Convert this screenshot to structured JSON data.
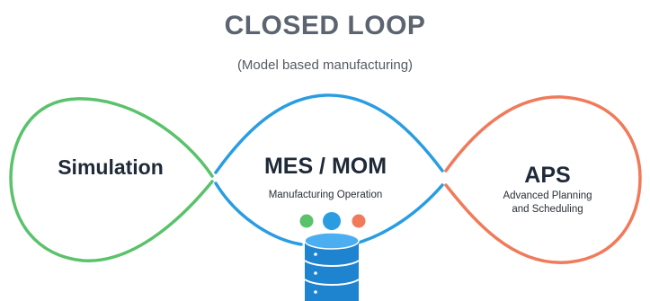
{
  "title": "CLOSED LOOP",
  "subtitle": "(Model based manufacturing)",
  "nodes": {
    "simulation": {
      "label": "Simulation",
      "color": "#5ac26b"
    },
    "mes": {
      "label": "MES / MOM",
      "sub": "Manufacturing Operation",
      "color": "#2a9de2"
    },
    "aps": {
      "label": "APS",
      "sub_line1": "Advanced Planning",
      "sub_line2": "and Scheduling",
      "color": "#f07a5a"
    }
  },
  "dots": [
    "#5ac26b",
    "#2a9de2",
    "#f07a5a"
  ],
  "database_icon": "database-icon"
}
